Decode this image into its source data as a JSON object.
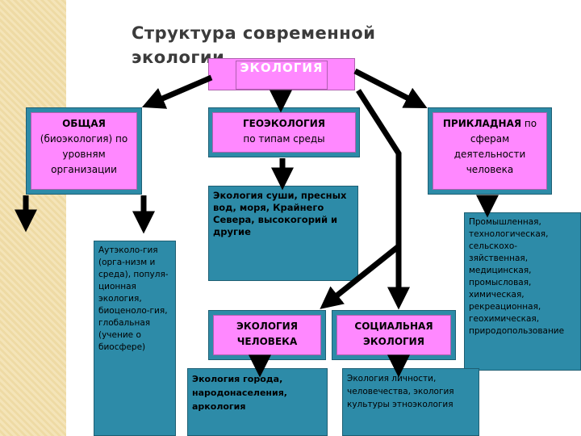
{
  "title": "Структура современной экологии",
  "root": {
    "label": "ЭКОЛОГИЯ"
  },
  "general": {
    "title": "ОБЩАЯ",
    "subtitle": "(биоэкология) по уровням организации"
  },
  "geo": {
    "title": "ГЕОЭКОЛОГИЯ",
    "subtitle": "по типам среды"
  },
  "applied": {
    "title": "ПРИКЛАДНАЯ",
    "subtitle": "по сферам деятельности человека"
  },
  "geo_detail": "Экология суши, пресных вод, моря, Крайнего Севера, высокогорий и другие",
  "applied_detail": "Промышленная, технологическая, сельскохо-зяйственная, медицинская, промысловая, химическая, рекреационная, геохимическая, природопользование",
  "general_detail": "Аутэколо-гия (орга-низм и среда), популя-ционная экология, биоценоло-гия, глобальная (учение о биосфере)",
  "human": {
    "title": "ЭКОЛОГИЯ ЧЕЛОВЕКА"
  },
  "social": {
    "title": "СОЦИАЛЬНАЯ ЭКОЛОГИЯ"
  },
  "human_detail": "Экология города, народонаселения, аркология",
  "social_detail": "Экология личности, человечества, экология культуры этноэкология",
  "colors": {
    "teal": "#2d8ba8",
    "pink": "#ff88ff",
    "arrow": "#000000"
  }
}
